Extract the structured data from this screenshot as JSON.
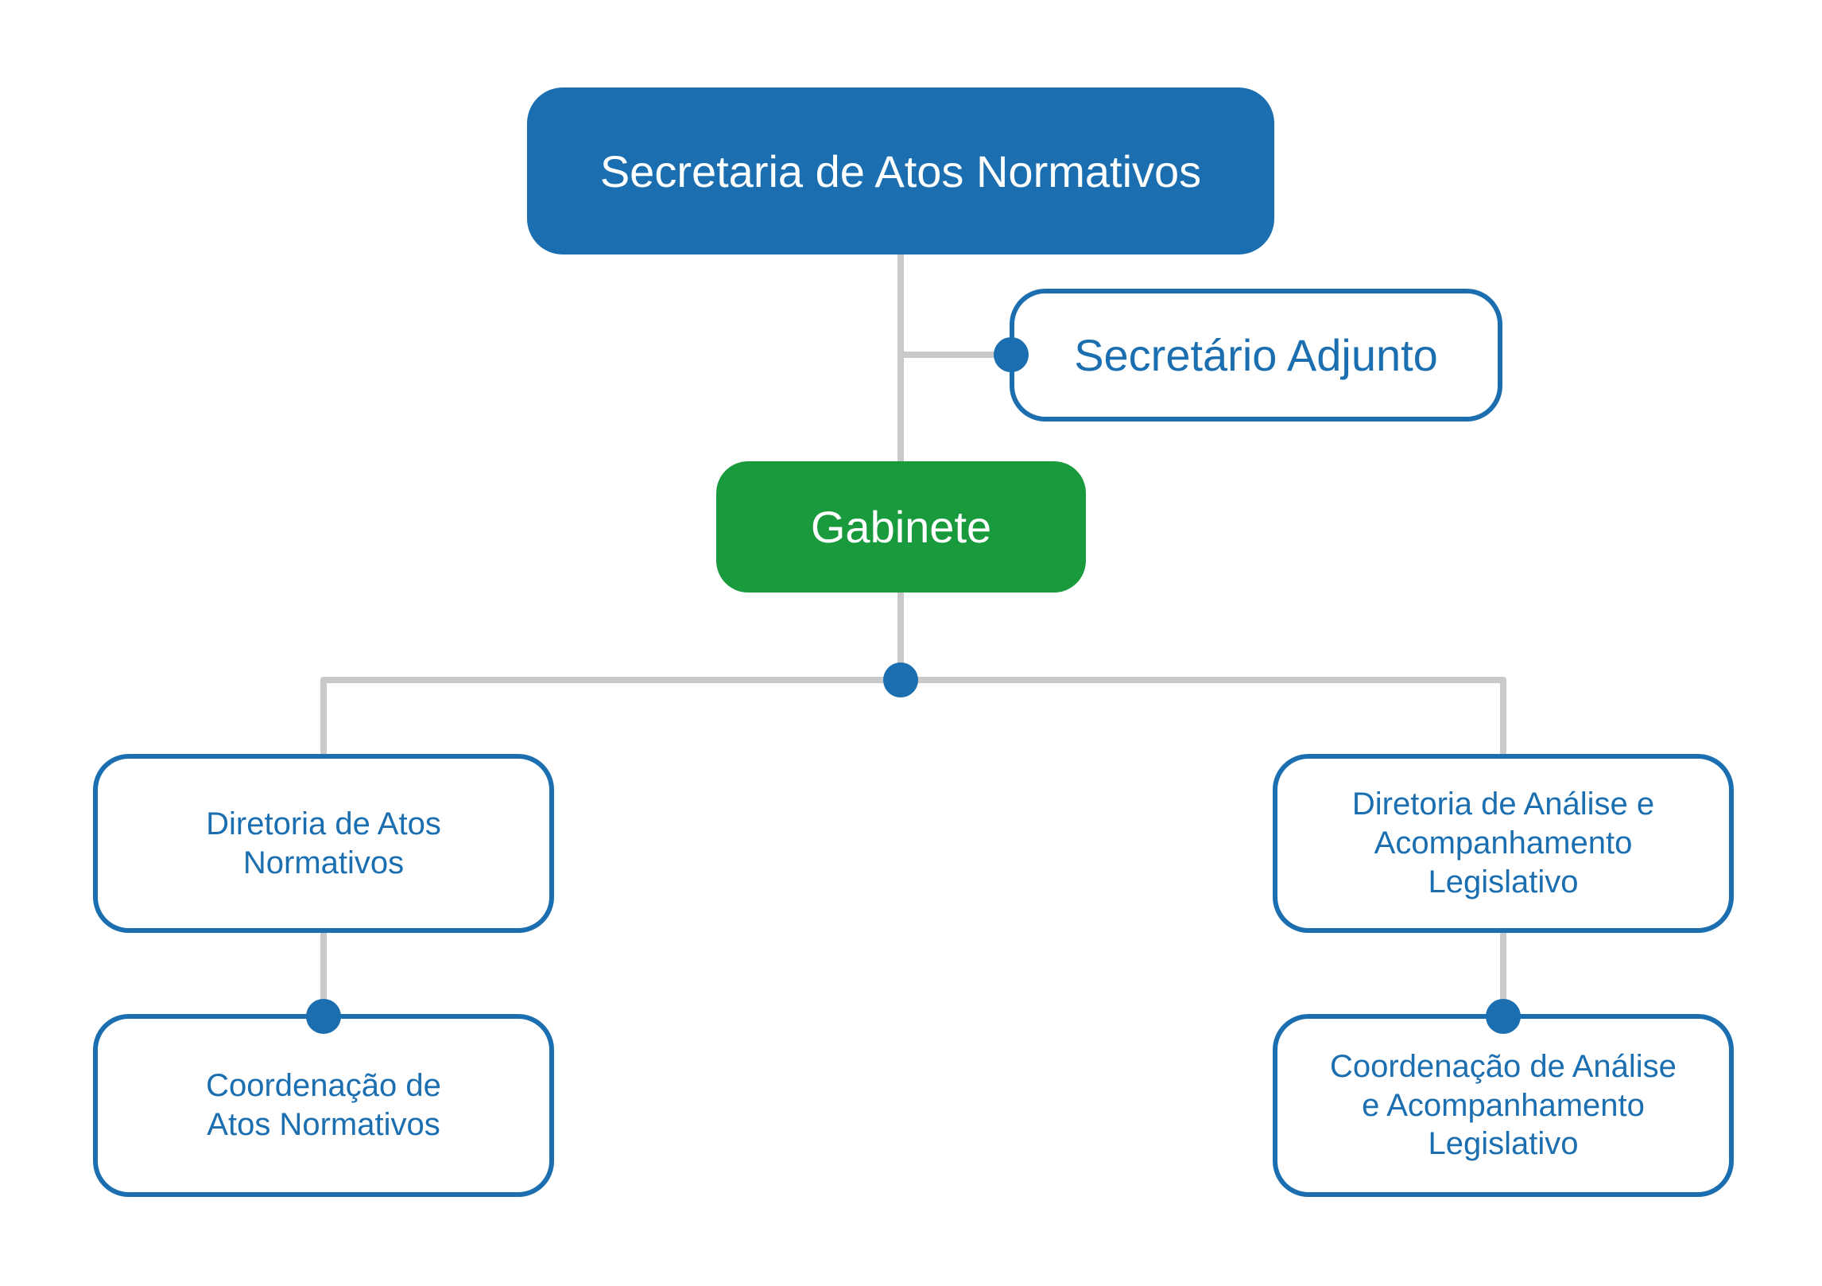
{
  "colors": {
    "blue": "#1b6fb0",
    "green": "#189a3d",
    "connector_gray": "#c9c9c9",
    "background": "#ffffff"
  },
  "nodes": {
    "secretaria": {
      "label": "Secretaria de Atos Normativos"
    },
    "secretario_adjunto": {
      "label": "Secretário Adjunto"
    },
    "gabinete": {
      "label": "Gabinete"
    },
    "diretoria_atos": {
      "label": "Diretoria de Atos\nNormativos"
    },
    "diretoria_analise": {
      "label": "Diretoria de Análise e\nAcompanhamento\nLegislativo"
    },
    "coordenacao_atos": {
      "label": "Coordenação de\nAtos Normativos"
    },
    "coordenacao_analise": {
      "label": "Coordenação de Análise\ne Acompanhamento\nLegislativo"
    }
  }
}
